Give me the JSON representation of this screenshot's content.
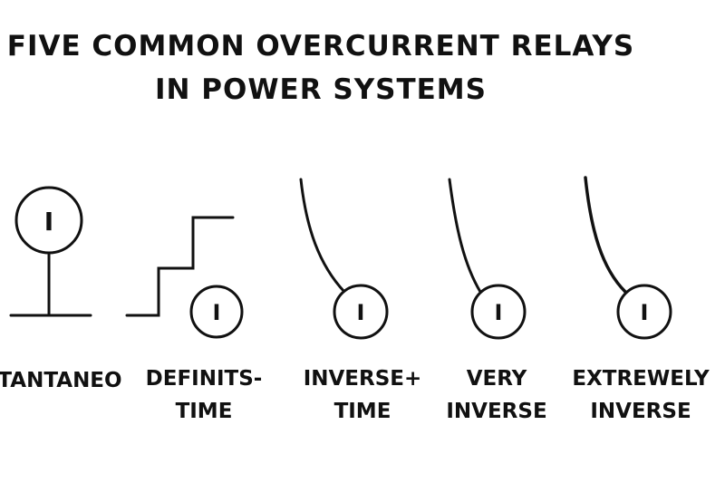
{
  "title": {
    "line1": "FIVE COMMON OVERCURRENT RELAYS",
    "line2": "IN POWER SYSTEMS"
  },
  "relays": [
    {
      "label_lines": [
        "TANTANEO"
      ],
      "symbol_text": "I",
      "curve": "instantaneous"
    },
    {
      "label_lines": [
        "DEFINITS-",
        "TIME"
      ],
      "symbol_text": "I",
      "curve": "definite-time"
    },
    {
      "label_lines": [
        "INVERSE+",
        "TIME"
      ],
      "symbol_text": "I",
      "curve": "inverse-time"
    },
    {
      "label_lines": [
        "VERY",
        "INVERSE"
      ],
      "symbol_text": "I",
      "curve": "very-inverse"
    },
    {
      "label_lines": [
        "EXTREWELY",
        "INVERSE"
      ],
      "symbol_text": "I",
      "curve": "extremely-inverse"
    }
  ]
}
